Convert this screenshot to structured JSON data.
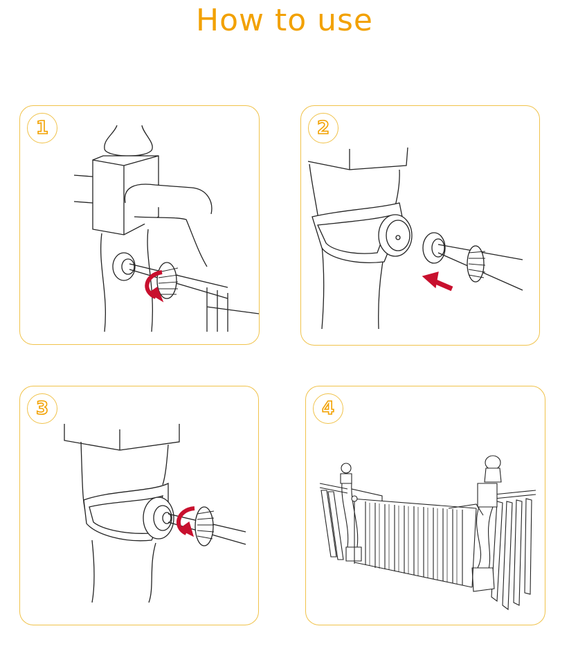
{
  "title": "How to use",
  "steps": [
    {
      "number": "1"
    },
    {
      "number": "2"
    },
    {
      "number": "3"
    },
    {
      "number": "4"
    }
  ],
  "colors": {
    "title": "#f2a100",
    "panel_border": "#f0c24a",
    "arrow": "#c8102e",
    "line": "#222222"
  }
}
